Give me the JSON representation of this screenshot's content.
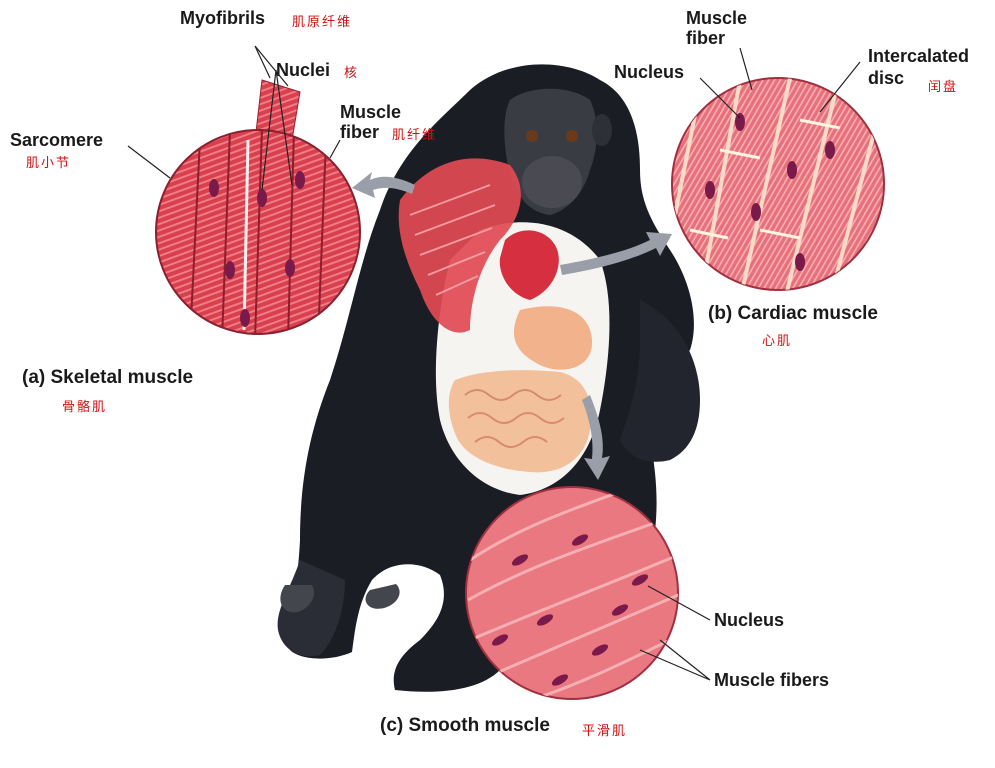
{
  "labels": {
    "myofibrils": "Myofibrils",
    "myofibrils_zh": "肌原纤维",
    "nuclei": "Nuclei",
    "nuclei_zh": "核",
    "sarcomere": "Sarcomere",
    "sarcomere_zh": "肌小节",
    "muscle_fiber_a_1": "Muscle",
    "muscle_fiber_a_2": "fiber",
    "muscle_fiber_a_zh": "肌纤维",
    "skeletal_caption": "(a) Skeletal muscle",
    "skeletal_zh": "骨骼肌",
    "muscle_fiber_b_1": "Muscle",
    "muscle_fiber_b_2": "fiber",
    "nucleus_b": "Nucleus",
    "intercalated_1": "Intercalated",
    "intercalated_2": "disc",
    "intercalated_zh": "闰盘",
    "cardiac_caption": "(b) Cardiac muscle",
    "cardiac_zh": "心肌",
    "nucleus_c": "Nucleus",
    "muscle_fibers_c": "Muscle fibers",
    "smooth_caption": "(c) Smooth muscle",
    "smooth_zh": "平滑肌"
  },
  "colors": {
    "skeletal": "#d8404e",
    "cardiac": "#e8707a",
    "smooth": "#e86a72",
    "nucleus": "#7a1a4a",
    "fur": "#1b1d24",
    "chinese_text": "#d01010"
  }
}
